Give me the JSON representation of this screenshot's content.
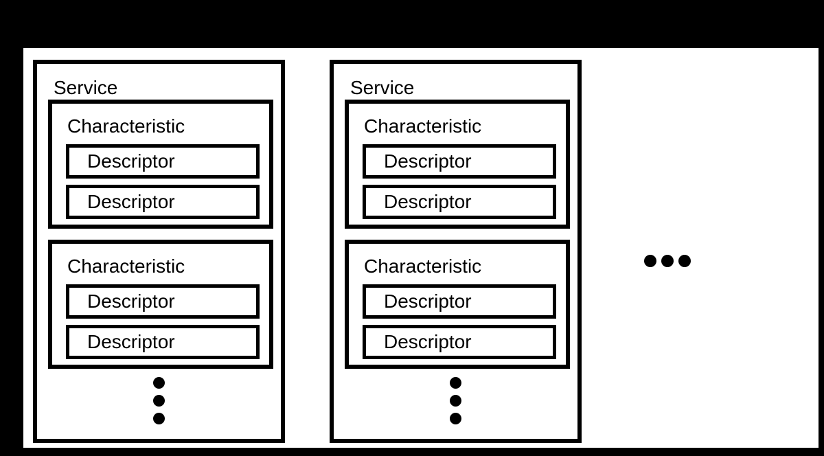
{
  "colors": {
    "background": "#000000",
    "surface": "#ffffff",
    "line": "#000000",
    "text": "#000000"
  },
  "diagram": {
    "services": [
      {
        "label": "Service",
        "characteristics": [
          {
            "label": "Characteristic",
            "descriptors": [
              "Descriptor",
              "Descriptor"
            ]
          },
          {
            "label": "Characteristic",
            "descriptors": [
              "Descriptor",
              "Descriptor"
            ]
          }
        ],
        "more_indicator": "vertical-ellipsis"
      },
      {
        "label": "Service",
        "characteristics": [
          {
            "label": "Characteristic",
            "descriptors": [
              "Descriptor",
              "Descriptor"
            ]
          },
          {
            "label": "Characteristic",
            "descriptors": [
              "Descriptor",
              "Descriptor"
            ]
          }
        ],
        "more_indicator": "vertical-ellipsis"
      }
    ],
    "more_services_indicator": "horizontal-ellipsis"
  }
}
